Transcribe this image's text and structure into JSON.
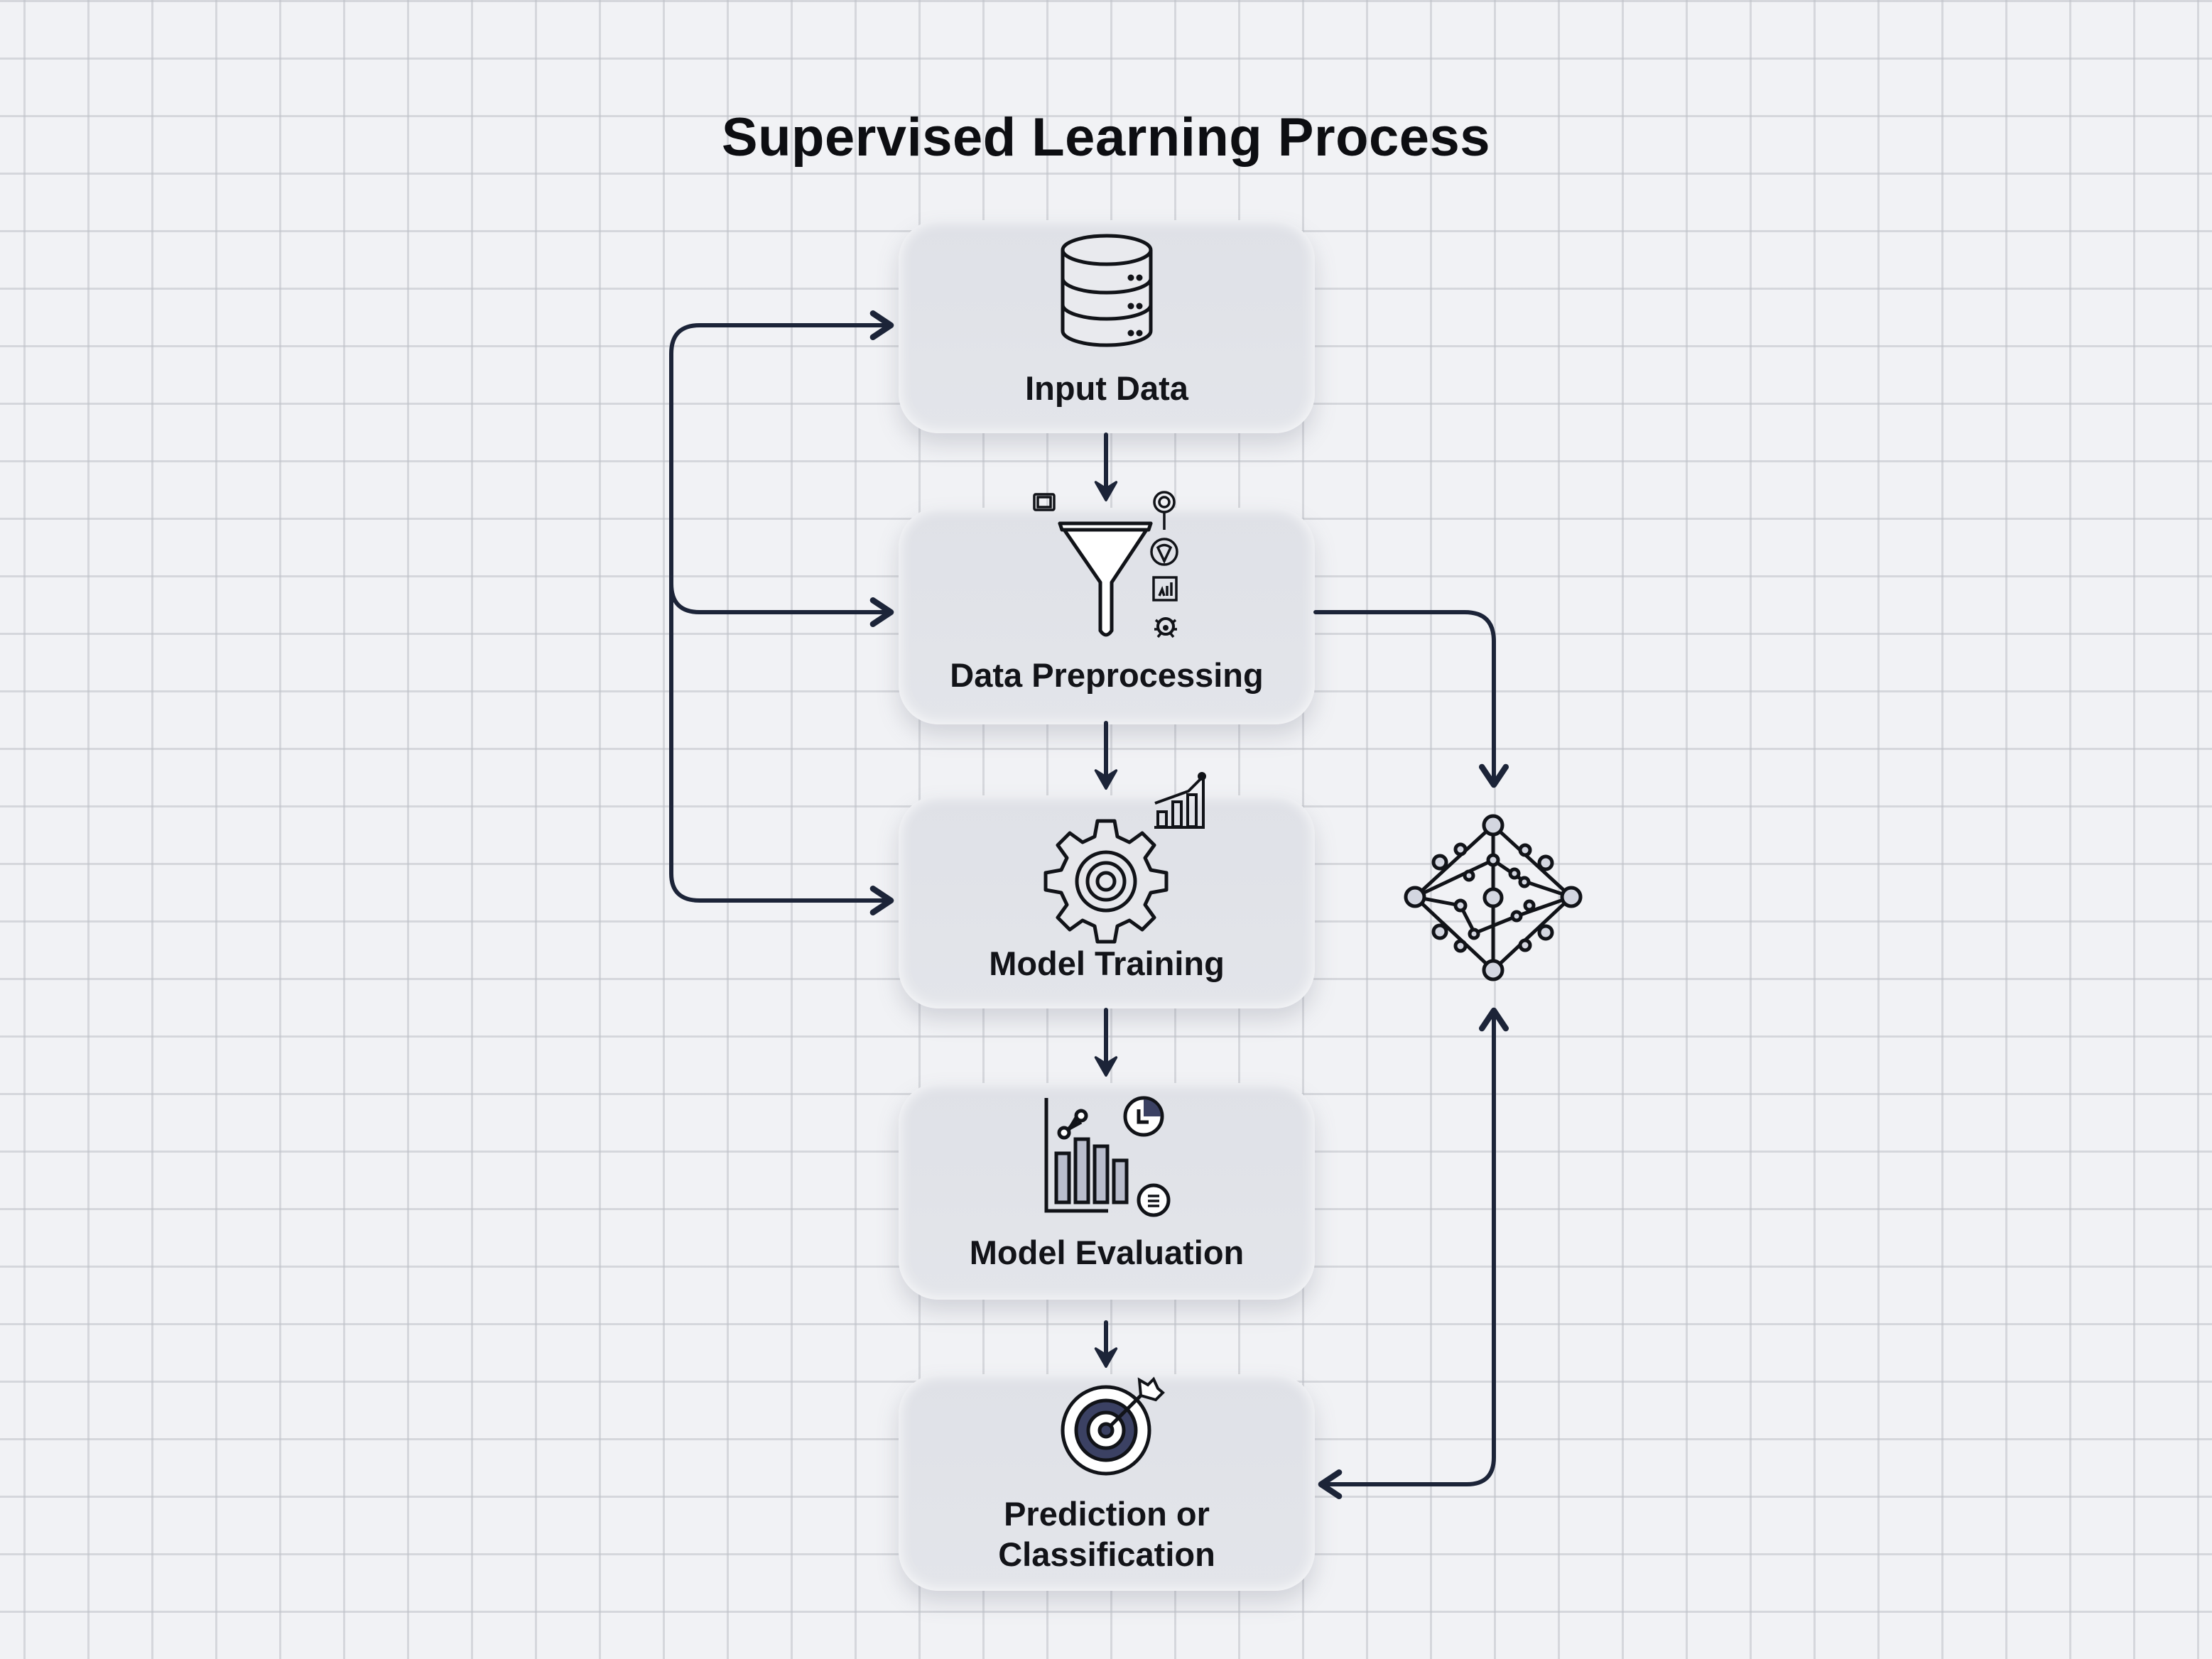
{
  "title": "Supervised Learning Process",
  "colors": {
    "arrow": "#1c2438",
    "node_fill": "#e1e3e8",
    "background": "#f1f2f5",
    "icon_stroke": "#111318",
    "icon_accent": "#3b4163"
  },
  "nodes": [
    {
      "id": "input-data",
      "label": "Input Data",
      "icon": "database-icon"
    },
    {
      "id": "data-preprocessing",
      "label": "Data Preprocessing",
      "icon": "funnel-icon"
    },
    {
      "id": "model-training",
      "label": "Model Training",
      "icon": "gear-target-icon"
    },
    {
      "id": "model-evaluation",
      "label": "Model Evaluation",
      "icon": "bar-chart-icon"
    },
    {
      "id": "prediction",
      "label_line1": "Prediction or",
      "label_line2": "Classification",
      "icon": "bullseye-icon"
    }
  ],
  "side_elements": {
    "model_icon": "neural-network-icon"
  },
  "edges": [
    {
      "from": "input-data",
      "to": "data-preprocessing"
    },
    {
      "from": "data-preprocessing",
      "to": "model-training"
    },
    {
      "from": "model-training",
      "to": "model-evaluation"
    },
    {
      "from": "model-evaluation",
      "to": "prediction"
    },
    {
      "from": "feedback-bus",
      "to": "input-data"
    },
    {
      "from": "feedback-bus",
      "to": "data-preprocessing"
    },
    {
      "from": "feedback-bus",
      "to": "model-training"
    },
    {
      "from": "data-preprocessing",
      "to": "neural-network"
    },
    {
      "from": "prediction",
      "to": "neural-network",
      "bidirectional": true
    }
  ]
}
